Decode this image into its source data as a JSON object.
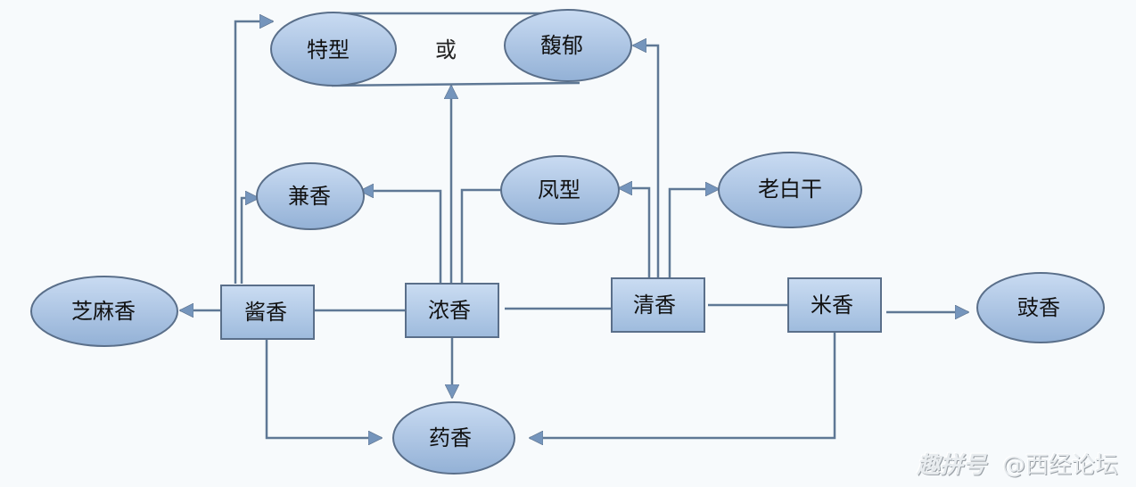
{
  "diagram": {
    "colors": {
      "ellipse_fill_top": "#c6d9f1",
      "ellipse_fill_bottom": "#95b3d7",
      "box_fill_top": "#c6d9f1",
      "box_fill_bottom": "#9cb9dc",
      "stroke": "#5a6f8a",
      "line": "#5f7895",
      "arrow": "#6f8fb6"
    },
    "group_connector": "或",
    "nodes": {
      "texing": "特型",
      "fuyu": "馥郁",
      "jianxiang": "兼香",
      "fengxing": "凤型",
      "laobaigan": "老白干",
      "zhimaxiang": "芝麻香",
      "jiangxiang": "酱香",
      "nongxiang": "浓香",
      "qingxiang": "清香",
      "mixiang": "米香",
      "chixiang": "豉香",
      "yaoxiang": "药香"
    },
    "edges": [
      {
        "from": "jiangxiang",
        "to": "zhimaxiang"
      },
      {
        "from": "jiangxiang",
        "to": "jianxiang"
      },
      {
        "from": "jiangxiang",
        "to": "texing-or-fuyu"
      },
      {
        "from": "jiangxiang",
        "to": "yaoxiang"
      },
      {
        "from": "nongxiang",
        "to": "jianxiang"
      },
      {
        "from": "nongxiang",
        "to": "fengxing"
      },
      {
        "from": "nongxiang",
        "to": "texing-or-fuyu"
      },
      {
        "from": "nongxiang",
        "to": "yaoxiang"
      },
      {
        "from": "qingxiang",
        "to": "fengxing"
      },
      {
        "from": "qingxiang",
        "to": "laobaigan"
      },
      {
        "from": "qingxiang",
        "to": "texing-or-fuyu"
      },
      {
        "from": "mixiang",
        "to": "chixiang"
      },
      {
        "from": "mixiang",
        "to": "yaoxiang"
      },
      {
        "from": "jiangxiang",
        "to": "nongxiang",
        "undirected": true
      },
      {
        "from": "nongxiang",
        "to": "qingxiang",
        "undirected": true
      },
      {
        "from": "qingxiang",
        "to": "mixiang",
        "undirected": true
      }
    ]
  },
  "watermark": {
    "logo": "趣拼号",
    "text": "@西经论坛"
  }
}
